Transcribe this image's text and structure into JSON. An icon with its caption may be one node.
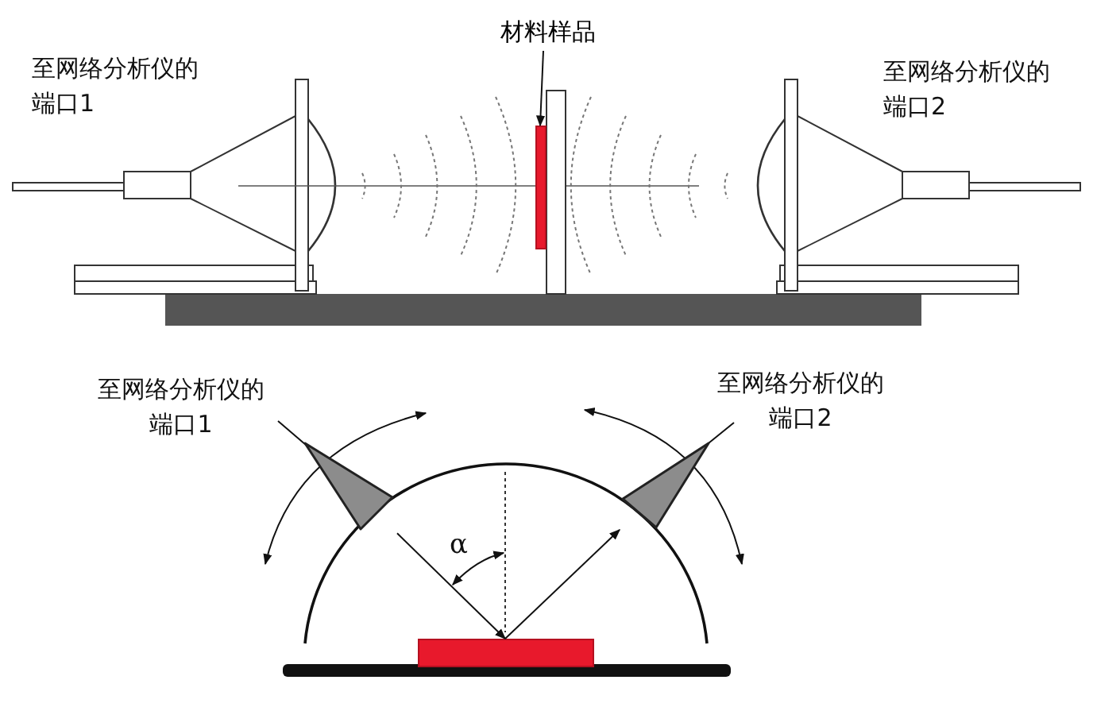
{
  "diagram": {
    "nodes": [
      {
        "text": [
          "材料样品"
        ]
      },
      {
        "text": [],
        "shape": "bar"
      },
      {
        "text": [],
        "shape": "triangle"
      },
      {
        "text": [],
        "shape": "bar"
      },
      {
        "text": [],
        "shape": "triangle"
      }
    ],
    "edges": [
      {
        "from": 0,
        "to": 1,
        "arrow": "to"
      },
      {
        "from": 2,
        "to": 3,
        "arrow": "to"
      },
      {
        "from": 3,
        "to": 4,
        "arrow": "to"
      }
    ],
    "labels": [
      "至网络分析仪的端口1",
      "至网络分析仪的端口2",
      "至网络分析仪的端口1",
      "至网络分析仪的端口2",
      "α"
    ]
  }
}
